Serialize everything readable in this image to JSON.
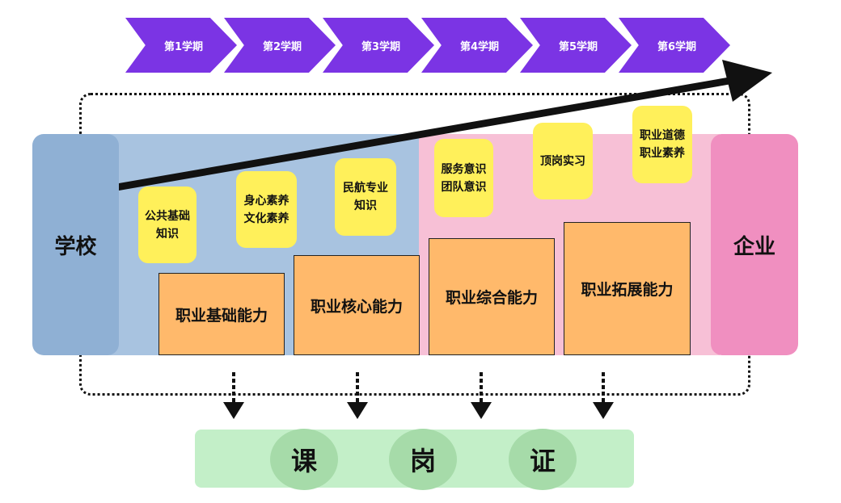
{
  "semesters": [
    "第1学期",
    "第2学期",
    "第3学期",
    "第4学期",
    "第5学期",
    "第6学期"
  ],
  "school_label": "学校",
  "company_label": "企业",
  "notes": [
    {
      "line1": "公共基础",
      "line2": "知识"
    },
    {
      "line1": "身心素养",
      "line2": "文化素养"
    },
    {
      "line1": "民航专业",
      "line2": "知识"
    },
    {
      "line1": "服务意识",
      "line2": "团队意识"
    },
    {
      "line1": "顶岗实习",
      "line2": ""
    },
    {
      "line1": "职业道德",
      "line2": "职业素养"
    }
  ],
  "abilities": [
    "职业基础能力",
    "职业核心能力",
    "职业综合能力",
    "职业拓展能力"
  ],
  "outcomes": [
    "课",
    "岗",
    "证"
  ],
  "colors": {
    "semester_arrow": "#7b34e4",
    "school": "#8fb0d4",
    "company": "#f08fc0",
    "note": "#fff05a",
    "ability": "#ffb96b",
    "outcome_bar": "#c3efc8",
    "outcome_circle": "#a6dba9"
  }
}
